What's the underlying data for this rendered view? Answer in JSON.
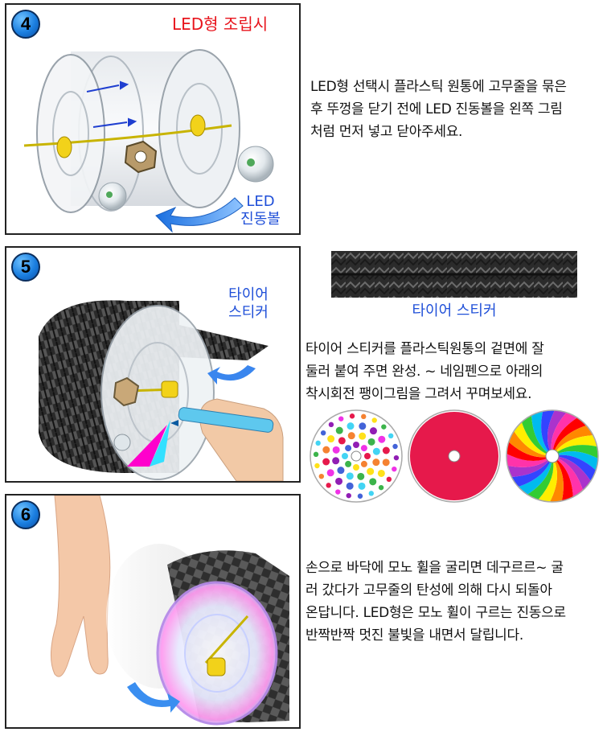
{
  "step4": {
    "number": "4",
    "title": "LED형 조립시",
    "led_label_line1": "LED",
    "led_label_line2": "진동볼",
    "desc_lines": [
      "LED형 선택시 플라스틱 원통에 고무줄을 묶은",
      "후 뚜껑을 닫기 전에 LED 진동볼을 왼쪽 그림",
      "처럼 먼저 넣고 닫아주세요."
    ]
  },
  "step5": {
    "number": "5",
    "sticker_label_line1": "타이어",
    "sticker_label_line2": "스티커",
    "tire_strip_caption": "타이어 스티커",
    "desc_lines": [
      "타이어 스티커를 플라스틱원통의 겉면에 잘",
      "둘러 붙여 주면 완성. ~ 네임펜으로 아래의",
      "착시회전 팽이그림을 그려서 꾸며보세요."
    ]
  },
  "step6": {
    "number": "6",
    "desc_lines": [
      "손으로 바닥에 모노 휠을 굴리면 데구르르~ 굴",
      "러 갔다가 고무줄의 탄성에 의해 다시 되돌아",
      "온답니다. LED형은 모노 휠이 구르는 진동으로",
      "반짝반짝 멋진 불빛을 내면서 달립니다."
    ]
  },
  "colors": {
    "title_red": "#e8141c",
    "label_blue": "#1f4fd8",
    "panel_border": "#222222"
  },
  "icons": [
    "step-badge",
    "blue-arrow-icon",
    "tire-strip-image",
    "illusion-disc-dots",
    "illusion-disc-swirl",
    "illusion-disc-rainbow"
  ]
}
